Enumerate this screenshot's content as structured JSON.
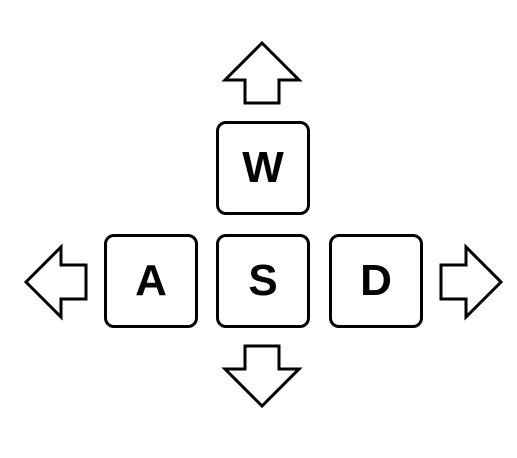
{
  "keys": {
    "up": "W",
    "left": "A",
    "down": "S",
    "right": "D"
  },
  "arrows": [
    "up",
    "left",
    "down",
    "right"
  ],
  "colors": {
    "stroke": "#000000",
    "fill": "#ffffff",
    "background": "#ffffff"
  }
}
